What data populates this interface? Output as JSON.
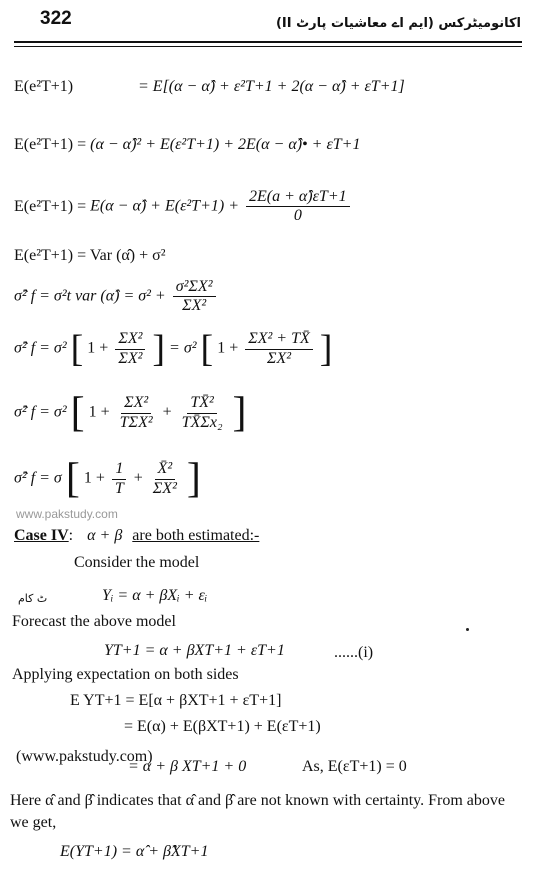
{
  "header": {
    "page_number": "322",
    "book_title": "اکانومیٹرکس (ایم اے معاشیات پارٹ II)"
  },
  "equations": {
    "eq1_lhs": "E(e²T+1)",
    "eq1_rhs": "= E[(α − α̂) + ε²T+1 + 2(α − α̂) + εT+1]",
    "eq2_lhs": "E(e²T+1) =",
    "eq2_rhs": "(α − α̂)² + E(ε²T+1) + 2E(α − α̂)• + εT+1",
    "eq3_lhs": "E(e²T+1) =",
    "eq3_rhs": "E(α − α̂) + E(ε²T+1) +",
    "eq3_frac_num": "2E(a + α̂)εT+1",
    "eq3_frac_den": "0",
    "eq4": "E(e²T+1) = Var (α̂) + σ²",
    "eq5_lhs": "σ̂² f = σ²t var (α̂) = σ² +",
    "eq5_frac_num": "σ²ΣX²",
    "eq5_frac_den": "ΣX²",
    "eq6_lhs": "σ̂² f = σ²",
    "eq6_frac1_num": "ΣX²",
    "eq6_frac1_den": "ΣX²",
    "eq6_mid": "= σ²",
    "eq6_frac2_num": "ΣX² + TX̄",
    "eq6_frac2_den": "ΣX²",
    "eq7_lhs": "σ̂² f = σ²",
    "eq7_frac1_num": "ΣX²",
    "eq7_frac1_den": "TΣX²",
    "eq7_frac2_num": "TX̄²",
    "eq7_frac2_den": "TX̄Σx₂",
    "eq8_lhs": "σ̂² f = σ",
    "eq8_frac1_num": "1",
    "eq8_frac1_den": "T",
    "eq8_frac2_num": "X̄²",
    "eq8_frac2_den": "ΣX²",
    "one_plus": "1 +"
  },
  "watermark_1": "www.pakstudy.com",
  "case_iv": {
    "label": "Case IV",
    "colon": ":",
    "params": "α + β",
    "rest": "are both estimated:-"
  },
  "text": {
    "consider": "Consider the model",
    "model_eq": "Yᵢ = α + βXᵢ + εᵢ",
    "urdu_mark": "ٹ کام",
    "forecast": "Forecast the above model",
    "forecast_eq": "YT+1 = α + βXT+1 + εT+1",
    "eq_label_i": "......(i)",
    "applying": "Applying expectation on both sides",
    "exp_eq1": "E YT+1 = E[α + βXT+1 + εT+1]",
    "exp_eq2": "= E(α) + E(βXT+1) + E(εT+1)",
    "watermark_2": "(www.pakstudy.com)",
    "exp_eq3": "= α + β XT+1 + 0",
    "as_text": "As,  E(εT+1) = 0",
    "para": "Here α̂ and β̂ indicates that α̂ and β̂ are not known with certainty. From above we get,",
    "final_eq": "E(YT+1) = α̂ + β̂XT+1"
  }
}
